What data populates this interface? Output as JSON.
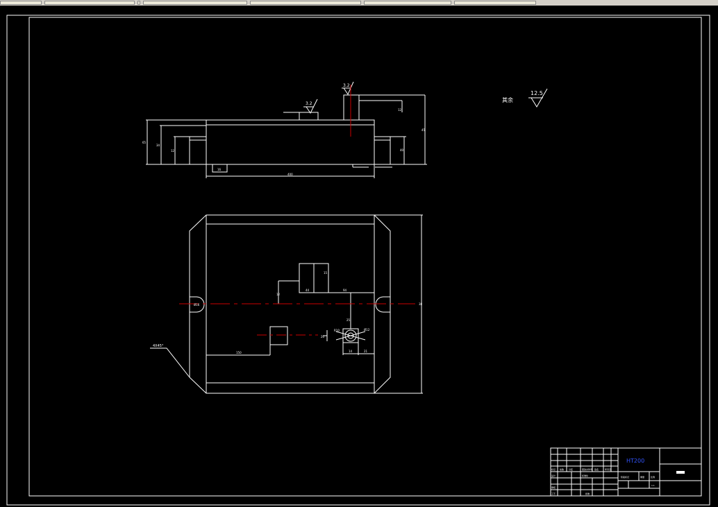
{
  "colors": {
    "background": "#000000",
    "line": "#ffffff",
    "centerline": "#cc0000",
    "title": "#3355ff"
  },
  "toolbar": {
    "cells": 7
  },
  "front_view": {
    "roughness_top": "3.2",
    "roughness_top_right": "3.2",
    "dim_overall_height": "65",
    "dim_inner_height": "34",
    "dim_step_height": "12",
    "dim_pocket_depth": "12",
    "dim_right_height": "40",
    "dim_slot": "16",
    "dim_length": "400",
    "dim_boss_height": "45"
  },
  "top_view": {
    "dim_44": "44",
    "dim_94": "94",
    "dim_15": "15",
    "dim_12_right": "12",
    "dim_25": "25",
    "dim_150": "150",
    "dim_width": "38",
    "dim_phi": "Ø16",
    "dim_angle": "4X45°",
    "dim_20": "20",
    "dim_14": "14",
    "dim_21": "21",
    "dim_r": "R10",
    "dim_hole": "Ø12"
  },
  "remaining_roughness": {
    "label": "其余",
    "value": "12.5"
  },
  "title_block": {
    "part_name": "HT200",
    "drawing_no": "",
    "header_cells": [
      "标记",
      "处数",
      "分区",
      "更改文件号",
      "签名",
      "年月日"
    ],
    "row_labels": [
      "设计",
      "标准化",
      "审核",
      "工艺",
      "批准"
    ],
    "mid_labels": [
      "阶段标记",
      "重量",
      "比例"
    ],
    "scale": "1:1"
  }
}
